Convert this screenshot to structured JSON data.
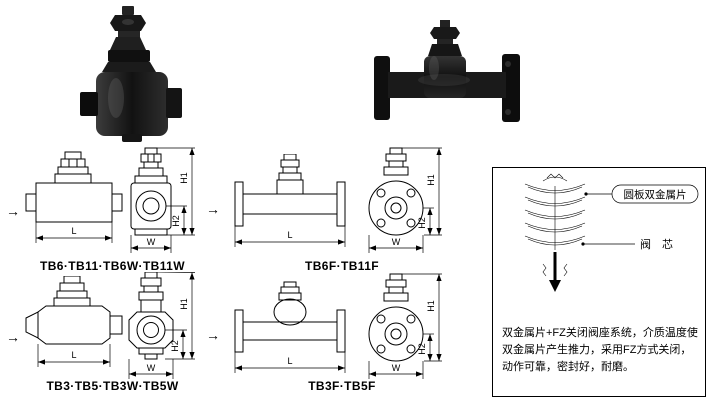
{
  "dims": {
    "h1": "H1",
    "h2": "H2",
    "l": "L",
    "w": "W"
  },
  "flow_arrow": "→",
  "groups": {
    "row1_left_caption": "TB6·TB11·TB6W·TB11W",
    "row1_right_caption": "TB6F·TB11F",
    "row2_left_caption": "TB3·TB5·TB3W·TB5W",
    "row2_right_caption": "TB3F·TB5F"
  },
  "info_box": {
    "label_bimetal_disc": "圆板双金属片",
    "label_valve_core": "阀　芯",
    "description": "双金属片+FZ关闭阀座系统，介质温度使双金属片产生推力，采用FZ方式关闭，动作可靠，密封好，耐磨。"
  }
}
